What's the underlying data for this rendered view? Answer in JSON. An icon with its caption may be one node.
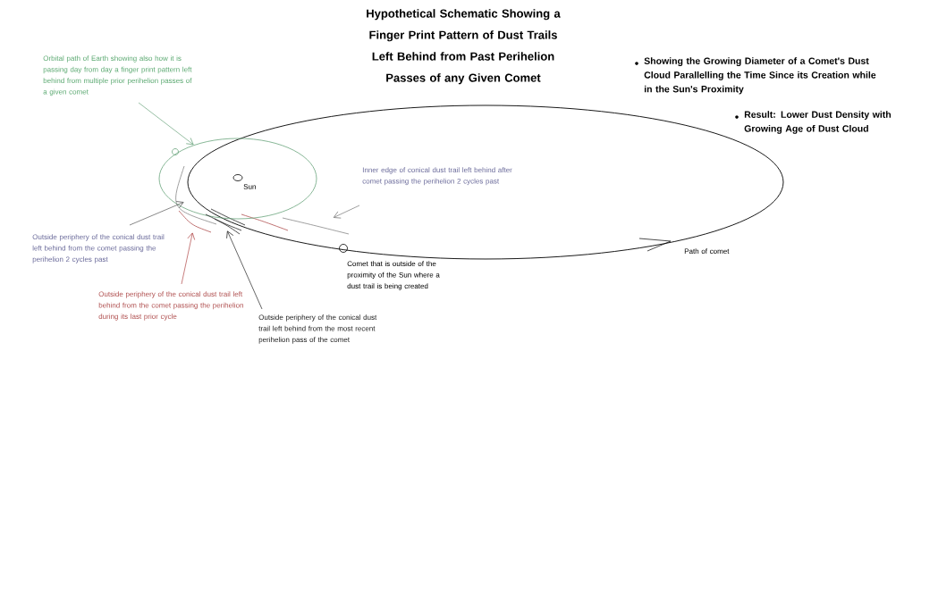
{
  "diagram": {
    "title": "Hypothetical Schematic Showing a Finger Print Pattern of Dust Trails Left Behind from Past Perihelion Passes of any Given Comet",
    "nodes": [
      {
        "text": [
          "Orbital path of Earth showing also how it is passing day from day a finger print pattern left behind from multiple prior perihelion passes of a given comet"
        ]
      },
      {
        "text": [],
        "shape": "ellipse"
      },
      {
        "text": [
          "Outside periphery of the conical dust trail left behind from the comet passing the perihelion 2 cycles past"
        ]
      },
      {
        "text": [
          "Outside periphery of the conical dust trail left behind from the comet passing the perihelion during its last prior cycle"
        ]
      },
      {
        "text": [
          "Outside periphery of the conical dust trail left behind from the most recent perihelion pass of the comet"
        ]
      },
      {
        "text": [
          "Inner edge of conical dust trail left behind after comet passing the perihelion 2 cycles past"
        ]
      },
      {
        "text": [],
        "shape": "circle",
        "beside": [
          "Comet that is outside of the proximity of the Sun where a dust trail is being created"
        ]
      },
      {
        "text": [],
        "shape": "arc"
      },
      {
        "text": [],
        "shape": "arc"
      },
      {
        "text": [],
        "shape": "arc"
      },
      {
        "text": [],
        "shape": "arc"
      }
    ],
    "edges": [
      {
        "from": 0,
        "to": 1,
        "arrow": "to",
        "color": "#6aa47c"
      },
      {
        "from": 2,
        "to": 7,
        "arrow": "to",
        "color": "#555555"
      },
      {
        "from": 3,
        "to": 8,
        "arrow": "to",
        "color": "#b04848"
      },
      {
        "from": 4,
        "to": 9,
        "arrow": "to",
        "color": "#222222"
      },
      {
        "from": 5,
        "to": 10,
        "arrow": "to",
        "color": "#777777"
      }
    ],
    "labels": [
      "Showing the Growing Diameter of a Comet's Dust Cloud Parallelling the Time Since its Creation while in the Sun's Proximity",
      "Result: Lower Dust Density with Growing Age of Dust Cloud",
      "Sun",
      "Path of comet"
    ]
  }
}
